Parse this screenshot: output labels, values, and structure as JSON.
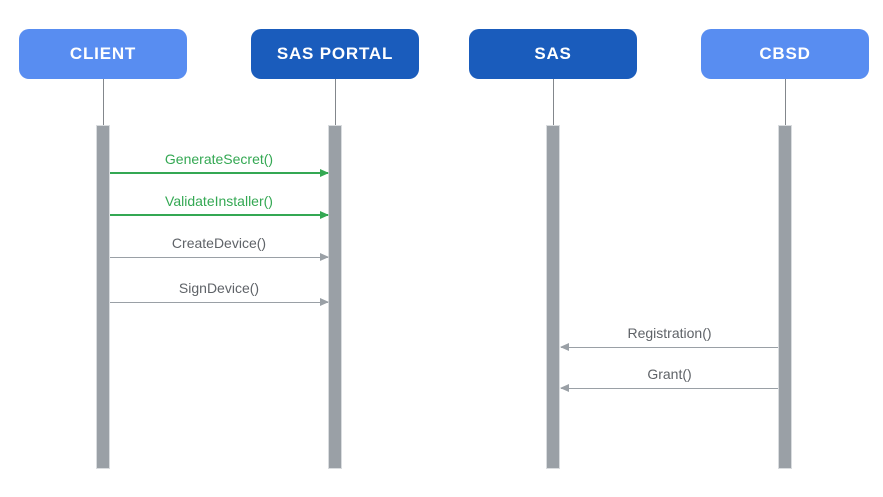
{
  "diagram": {
    "type": "sequence",
    "actors": [
      {
        "id": "client",
        "label": "CLIENT",
        "variant": "light"
      },
      {
        "id": "sas-portal",
        "label": "SAS PORTAL",
        "variant": "dark"
      },
      {
        "id": "sas",
        "label": "SAS",
        "variant": "dark"
      },
      {
        "id": "cbsd",
        "label": "CBSD",
        "variant": "light"
      }
    ],
    "messages": [
      {
        "label": "GenerateSecret()",
        "from": "client",
        "to": "sas-portal",
        "direction": "right",
        "color": "green"
      },
      {
        "label": "ValidateInstaller()",
        "from": "client",
        "to": "sas-portal",
        "direction": "right",
        "color": "green"
      },
      {
        "label": "CreateDevice()",
        "from": "client",
        "to": "sas-portal",
        "direction": "right",
        "color": "gray"
      },
      {
        "label": "SignDevice()",
        "from": "client",
        "to": "sas-portal",
        "direction": "right",
        "color": "gray"
      },
      {
        "label": "Registration()",
        "from": "cbsd",
        "to": "sas",
        "direction": "left",
        "color": "gray"
      },
      {
        "label": "Grant()",
        "from": "cbsd",
        "to": "sas",
        "direction": "left",
        "color": "gray"
      }
    ],
    "colors": {
      "background": "#FFFFFF",
      "actor_light": "#588DF1",
      "actor_dark": "#1A5CBC",
      "actor_text": "#FFFFFF",
      "message_green": "#34A853",
      "message_gray_text": "#5F6368",
      "message_gray_line": "#9AA0A6",
      "lifeline_bar": "#9AA0A6"
    }
  }
}
